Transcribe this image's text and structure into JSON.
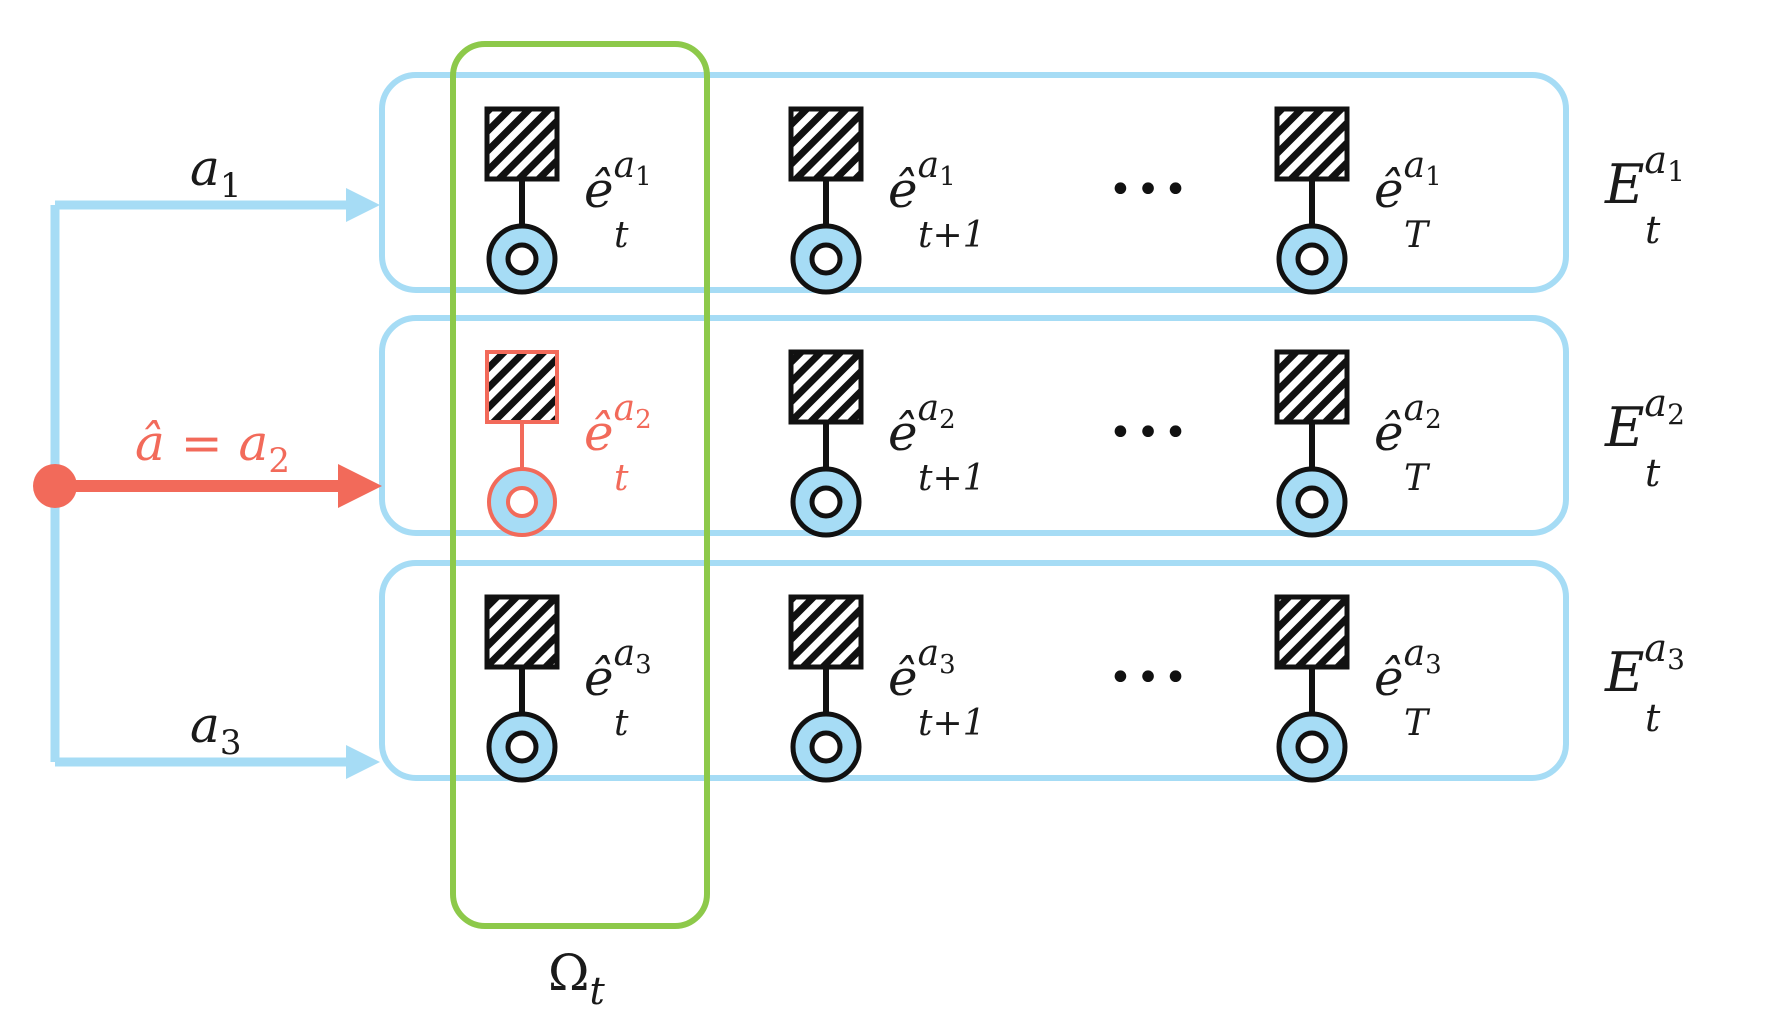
{
  "colors": {
    "row_border": "#A6DCF5",
    "arrow_blue": "#A6DCF5",
    "selected": "#F26A5A",
    "group_border": "#8DC94A",
    "node_fill": "#A6DCF5",
    "ink": "#111111"
  },
  "branches": [
    {
      "label": "a",
      "label_sub": "1",
      "selected": false
    },
    {
      "label": "â = a",
      "label_sub": "2",
      "selected": true
    },
    {
      "label": "a",
      "label_sub": "3",
      "selected": false
    }
  ],
  "rows": [
    {
      "nodes": [
        {
          "base": "ê",
          "sup": "a",
          "sup_sub": "1",
          "sub": "t"
        },
        {
          "base": "ê",
          "sup": "a",
          "sup_sub": "1",
          "sub": "t+1"
        },
        {
          "base": "ê",
          "sup": "a",
          "sup_sub": "1",
          "sub": "T"
        }
      ],
      "set_label": {
        "base": "E",
        "sup": "a",
        "sup_sub": "1",
        "sub": "t"
      }
    },
    {
      "nodes": [
        {
          "base": "ê",
          "sup": "a",
          "sup_sub": "2",
          "sub": "t"
        },
        {
          "base": "ê",
          "sup": "a",
          "sup_sub": "2",
          "sub": "t+1"
        },
        {
          "base": "ê",
          "sup": "a",
          "sup_sub": "2",
          "sub": "T"
        }
      ],
      "set_label": {
        "base": "E",
        "sup": "a",
        "sup_sub": "2",
        "sub": "t"
      }
    },
    {
      "nodes": [
        {
          "base": "ê",
          "sup": "a",
          "sup_sub": "3",
          "sub": "t"
        },
        {
          "base": "ê",
          "sup": "a",
          "sup_sub": "3",
          "sub": "t+1"
        },
        {
          "base": "ê",
          "sup": "a",
          "sup_sub": "3",
          "sub": "T"
        }
      ],
      "set_label": {
        "base": "E",
        "sup": "a",
        "sup_sub": "3",
        "sub": "t"
      }
    }
  ],
  "ellipsis": "•••",
  "group_label": {
    "base": "Ω",
    "sub": "t"
  }
}
